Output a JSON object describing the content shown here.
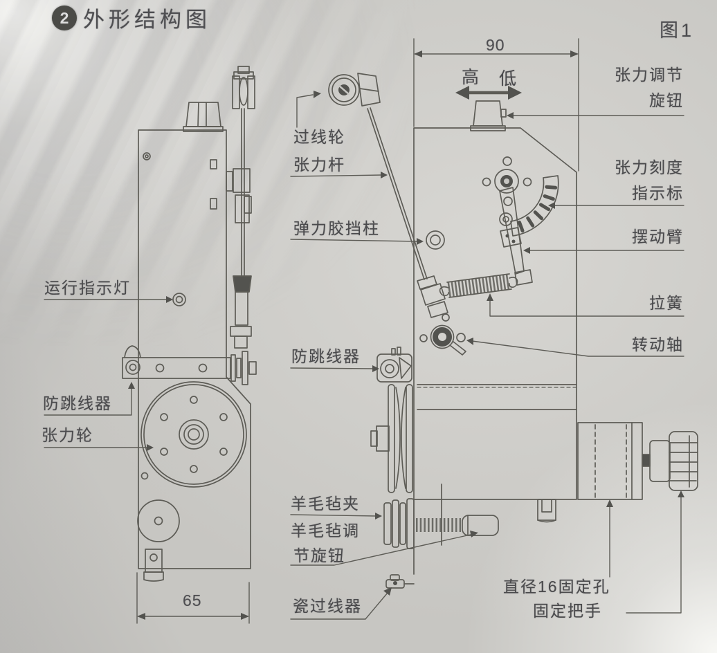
{
  "page": {
    "badge_number": "2",
    "title": "外形结构图",
    "figure_label": "图1"
  },
  "dimensions": {
    "front_width": "90",
    "side_width": "65"
  },
  "knob_directions": {
    "high": "高",
    "low": "低"
  },
  "parts": {
    "running_indicator": "运行指示灯",
    "anti_jump_device_left": "防跳线器",
    "tension_wheel": "张力轮",
    "wire_guide_wheel": "过线轮",
    "tension_rod": "张力杆",
    "elastic_rubber_stop": "弹力胶挡柱",
    "anti_jump_device_front": "防跳线器",
    "wool_felt_clamp": "羊毛毡夹",
    "wool_felt_adjust_line1": "羊毛毡调",
    "wool_felt_adjust_line2": "节旋钮",
    "ceramic_wire_guide": "瓷过线器",
    "tension_adjust_knob_line1": "张力调节",
    "tension_adjust_knob_line2": "旋钮",
    "tension_scale_indicator_line1": "张力刻度",
    "tension_scale_indicator_line2": "指示标",
    "swing_arm": "摆动臂",
    "pull_spring": "拉簧",
    "rotating_shaft": "转动轴",
    "fixing_hole_dia16": "直径16固定孔",
    "fixing_handle": "固定把手"
  }
}
